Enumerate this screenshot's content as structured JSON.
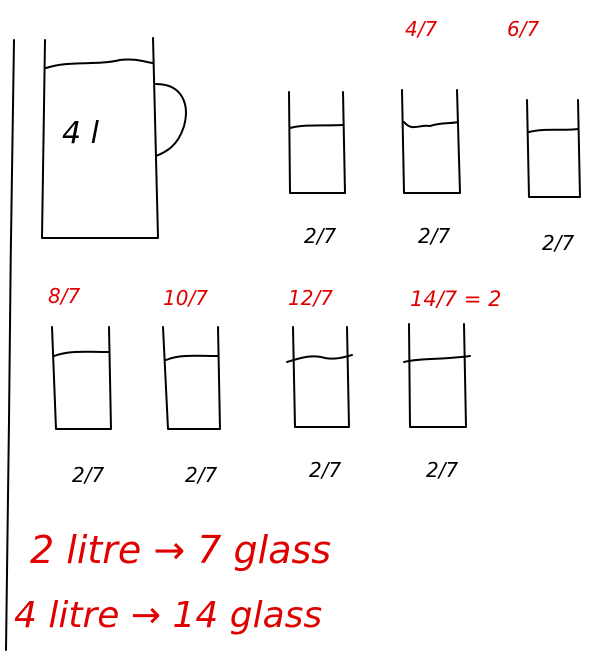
{
  "colors": {
    "ink": "#000000",
    "annotation": "#e00000",
    "background": "#ffffff"
  },
  "jug": {
    "label": "4 l"
  },
  "glasses": [
    {
      "amount": "2/7",
      "running_total": ""
    },
    {
      "amount": "2/7",
      "running_total": "4/7"
    },
    {
      "amount": "2/7",
      "running_total": "6/7"
    },
    {
      "amount": "2/7",
      "running_total": "8/7"
    },
    {
      "amount": "2/7",
      "running_total": "10/7"
    },
    {
      "amount": "2/7",
      "running_total": "12/7"
    },
    {
      "amount": "2/7",
      "running_total": "14/7 = 2"
    }
  ],
  "notes": [
    {
      "text": "2 litre  →  7 glass"
    },
    {
      "text": "4 litre  →  14 glass"
    }
  ]
}
